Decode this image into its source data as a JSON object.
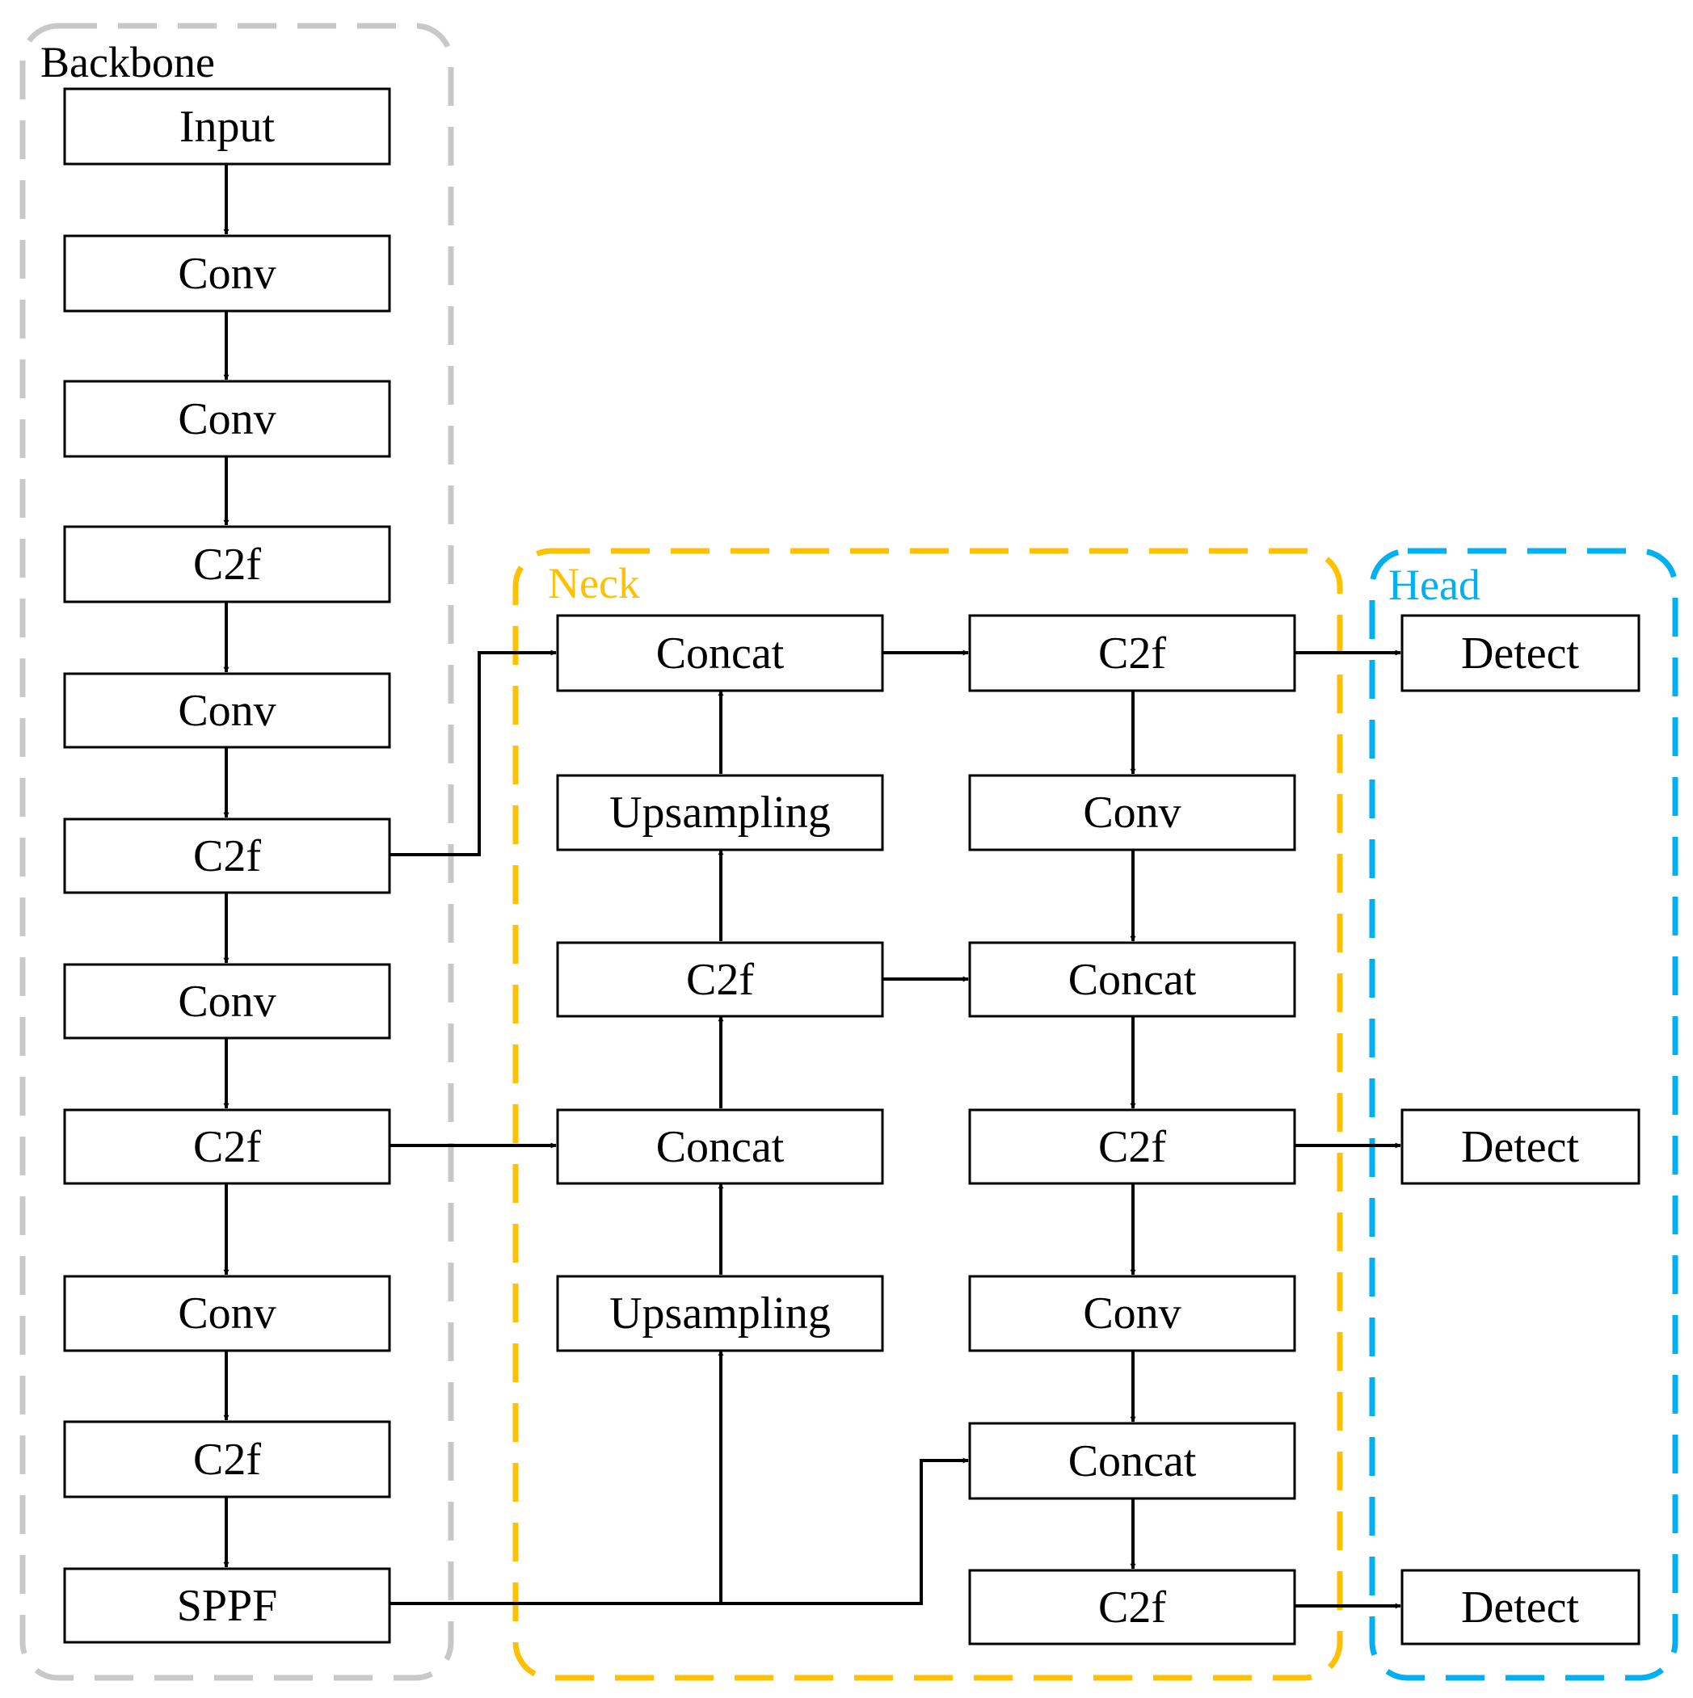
{
  "groups": [
    {
      "id": "backbone",
      "label": "Backbone",
      "color": "#c8c8c8"
    },
    {
      "id": "neck",
      "label": "Neck",
      "color": "#ffc000"
    },
    {
      "id": "head",
      "label": "Head",
      "color": "#00b0f0"
    }
  ],
  "nodes": {
    "b_input": "Input",
    "b_conv1": "Conv",
    "b_conv2": "Conv",
    "b_c2f1": "C2f",
    "b_conv3": "Conv",
    "b_c2f2": "C2f",
    "b_conv4": "Conv",
    "b_c2f3": "C2f",
    "b_conv5": "Conv",
    "b_c2f4": "C2f",
    "b_sppf": "SPPF",
    "n_concat1": "Concat",
    "n_up1": "Upsampling",
    "n_c2f1": "C2f",
    "n_concat2": "Concat",
    "n_up2": "Upsampling",
    "n_c2f_top": "C2f",
    "n_conv_a": "Conv",
    "n_concat3": "Concat",
    "n_c2f_mid": "C2f",
    "n_conv_b": "Conv",
    "n_concat4": "Concat",
    "n_c2f_bot": "C2f",
    "h_detect1": "Detect",
    "h_detect2": "Detect",
    "h_detect3": "Detect"
  },
  "edges": [
    [
      "b_input",
      "b_conv1"
    ],
    [
      "b_conv1",
      "b_conv2"
    ],
    [
      "b_conv2",
      "b_c2f1"
    ],
    [
      "b_c2f1",
      "b_conv3"
    ],
    [
      "b_conv3",
      "b_c2f2"
    ],
    [
      "b_c2f2",
      "b_conv4"
    ],
    [
      "b_conv4",
      "b_c2f3"
    ],
    [
      "b_c2f3",
      "b_conv5"
    ],
    [
      "b_conv5",
      "b_c2f4"
    ],
    [
      "b_c2f4",
      "b_sppf"
    ],
    [
      "b_c2f2",
      "n_concat1"
    ],
    [
      "b_c2f3",
      "n_concat2"
    ],
    [
      "b_sppf",
      "n_up2"
    ],
    [
      "b_sppf",
      "n_concat4"
    ],
    [
      "n_up2",
      "n_concat2"
    ],
    [
      "n_concat2",
      "n_c2f1"
    ],
    [
      "n_c2f1",
      "n_up1"
    ],
    [
      "n_up1",
      "n_concat1"
    ],
    [
      "n_concat1",
      "n_c2f_top"
    ],
    [
      "n_c2f1",
      "n_concat3"
    ],
    [
      "n_c2f_top",
      "n_conv_a"
    ],
    [
      "n_conv_a",
      "n_concat3"
    ],
    [
      "n_concat3",
      "n_c2f_mid"
    ],
    [
      "n_c2f_mid",
      "n_conv_b"
    ],
    [
      "n_conv_b",
      "n_concat4"
    ],
    [
      "n_concat4",
      "n_c2f_bot"
    ],
    [
      "n_c2f_top",
      "h_detect1"
    ],
    [
      "n_c2f_mid",
      "h_detect2"
    ],
    [
      "n_c2f_bot",
      "h_detect3"
    ]
  ]
}
